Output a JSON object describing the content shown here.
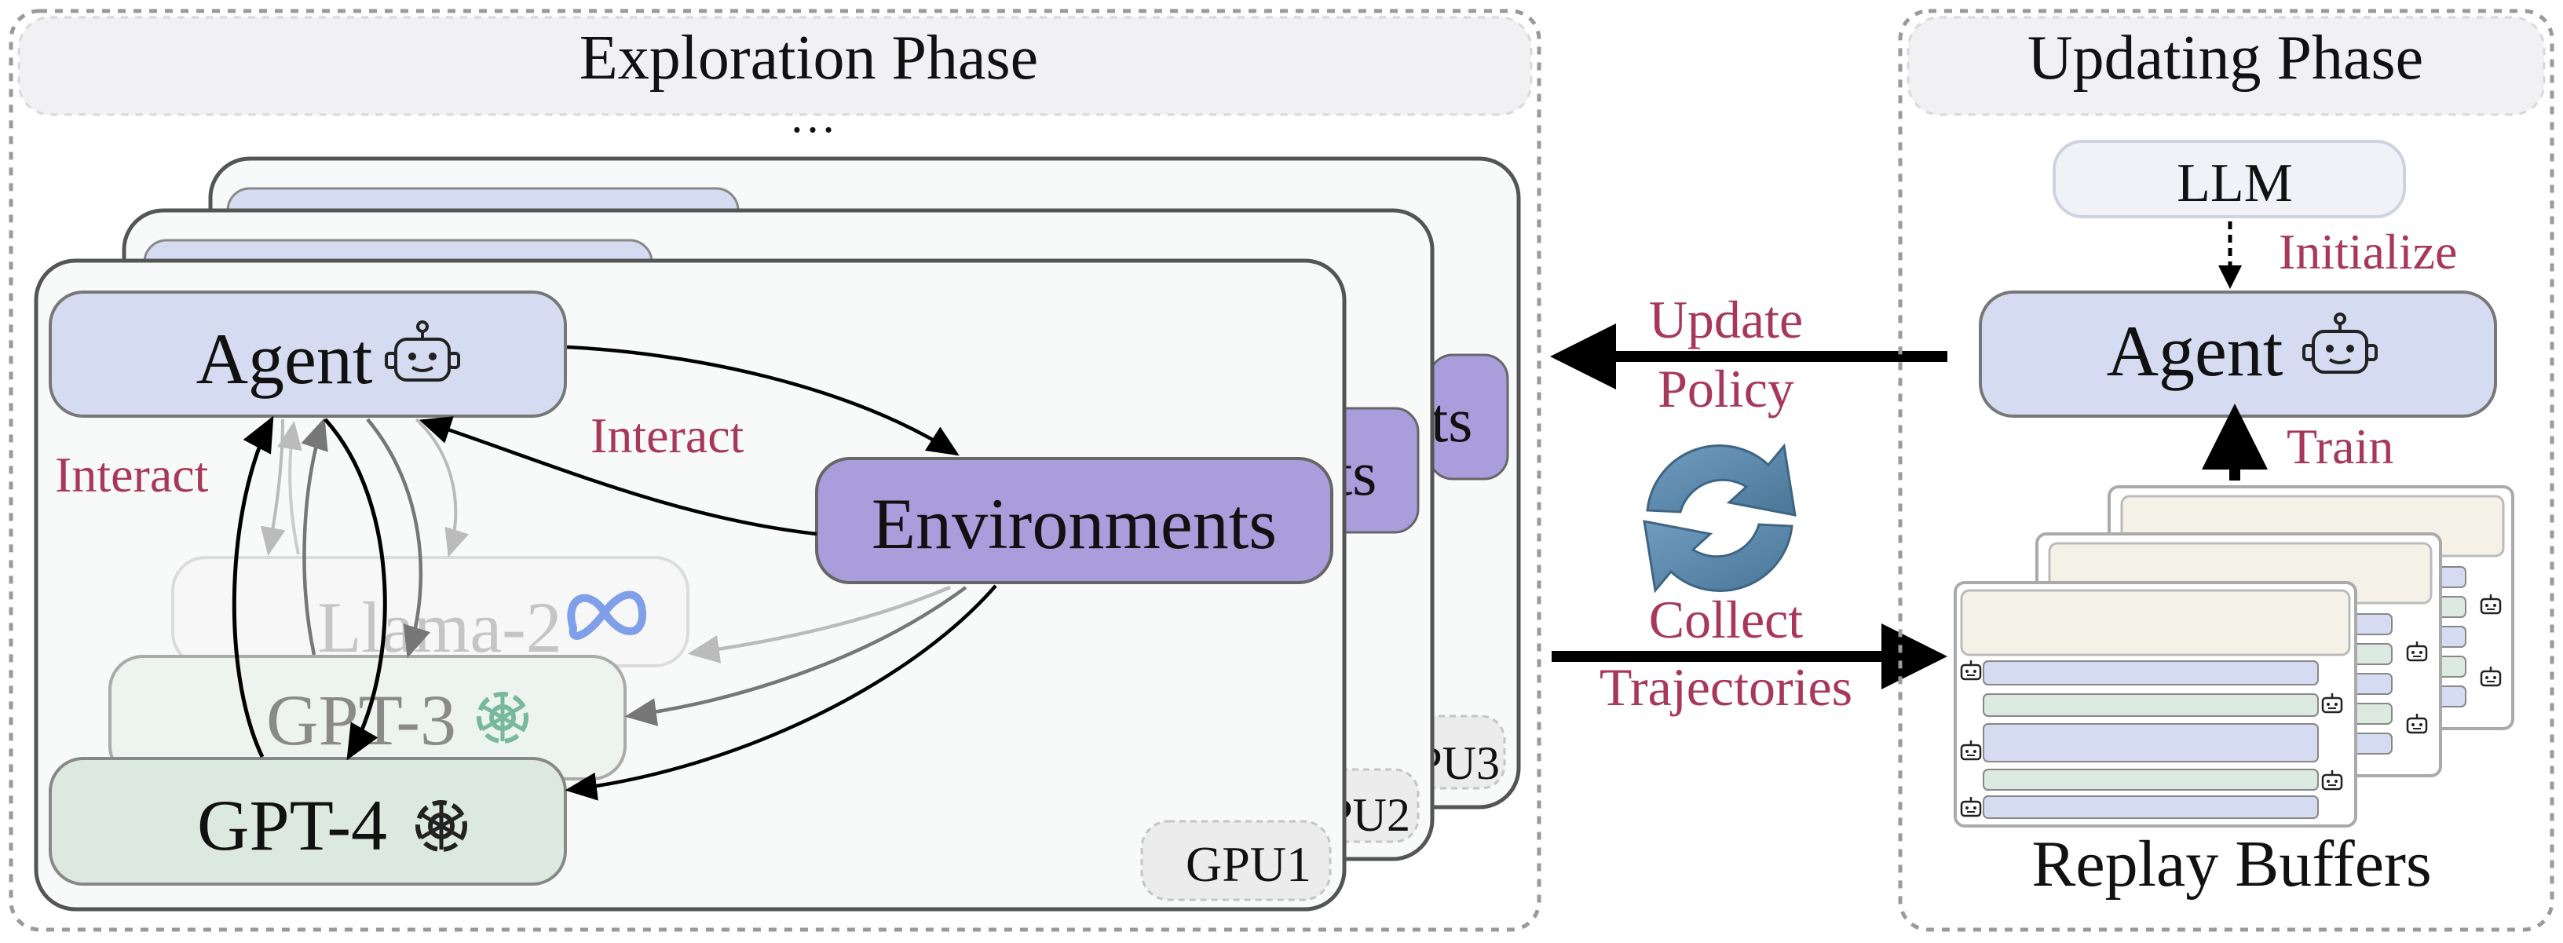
{
  "exploration": {
    "title": "Exploration Phase",
    "ellipsis": "…",
    "gpus": [
      "GPU1",
      "GPU2",
      "GPU3"
    ],
    "back_env_label_fragment": "ts",
    "agent_label": "Agent",
    "environments_label": "Environments",
    "models": [
      "Llama-2",
      "GPT-3",
      "GPT-4"
    ],
    "interact_left": "Interact",
    "interact_right": "Interact"
  },
  "middle": {
    "update_policy": [
      "Update",
      "Policy"
    ],
    "collect_trajectories": [
      "Collect",
      "Trajectories"
    ]
  },
  "updating": {
    "title": "Updating Phase",
    "llm_label": "LLM",
    "initialize_label": "Initialize",
    "agent_label": "Agent",
    "train_label": "Train",
    "replay_buffers_label": "Replay Buffers"
  },
  "colors": {
    "accent_text": "#a8385a",
    "agent_fill": "#d5dcf1",
    "env_fill": "#a99ddc",
    "gpt_fill": "#dce9e1",
    "llm_fill": "#f1f2f8",
    "card_fill": "#f8f9f9",
    "sync_icon": "#5a86a8"
  },
  "icons": [
    "robot-icon",
    "meta-logo-icon",
    "openai-logo-icon",
    "sync-icon"
  ]
}
